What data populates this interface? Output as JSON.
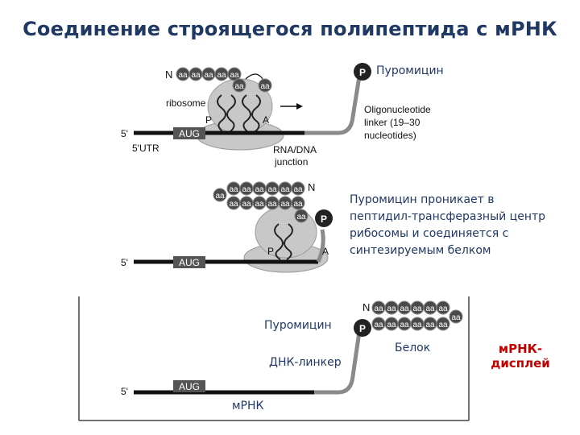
{
  "title": "Соединение строящегося полипептида с мРНК",
  "panel1": {
    "puromycin_label": "Пуромицин",
    "n_label": "N",
    "aa": "aa",
    "ribosome_label": "ribosome",
    "p_site": "P",
    "a_site": "A",
    "five_prime": "5'",
    "utr_label": "5'UTR",
    "aug": "AUG",
    "p_badge": "P",
    "linker_line1": "Oligonucleotide",
    "linker_line2": "linker (19–30",
    "linker_line3": "nucleotides)",
    "junction_line1": "RNA/DNA",
    "junction_line2": "junction"
  },
  "panel2": {
    "n_label": "N",
    "aa": "aa",
    "p_site": "P",
    "a_site": "A",
    "five_prime": "5'",
    "aug": "AUG",
    "p_badge": "P",
    "desc_line1": "Пуромицин проникает в",
    "desc_line2": "пептидил-трансферазный центр",
    "desc_line3": "рибосомы и соединяется с",
    "desc_line4": "синтезируемым белком"
  },
  "panel3": {
    "n_label": "N",
    "aa": "aa",
    "five_prime": "5'",
    "aug": "AUG",
    "p_badge": "P",
    "puromycin_label": "Пуромицин",
    "linker_label": "ДНК-линкер",
    "protein_label": "Белок",
    "mrna_label": "мРНК",
    "display_line1": "мРНК-",
    "display_line2": "дисплей"
  },
  "colors": {
    "title": "#1f3864",
    "accent_red": "#c00000",
    "ribosome": "#c8c8c8",
    "linker": "#8a8a8a",
    "aa_bead": "#4a4a4a"
  }
}
